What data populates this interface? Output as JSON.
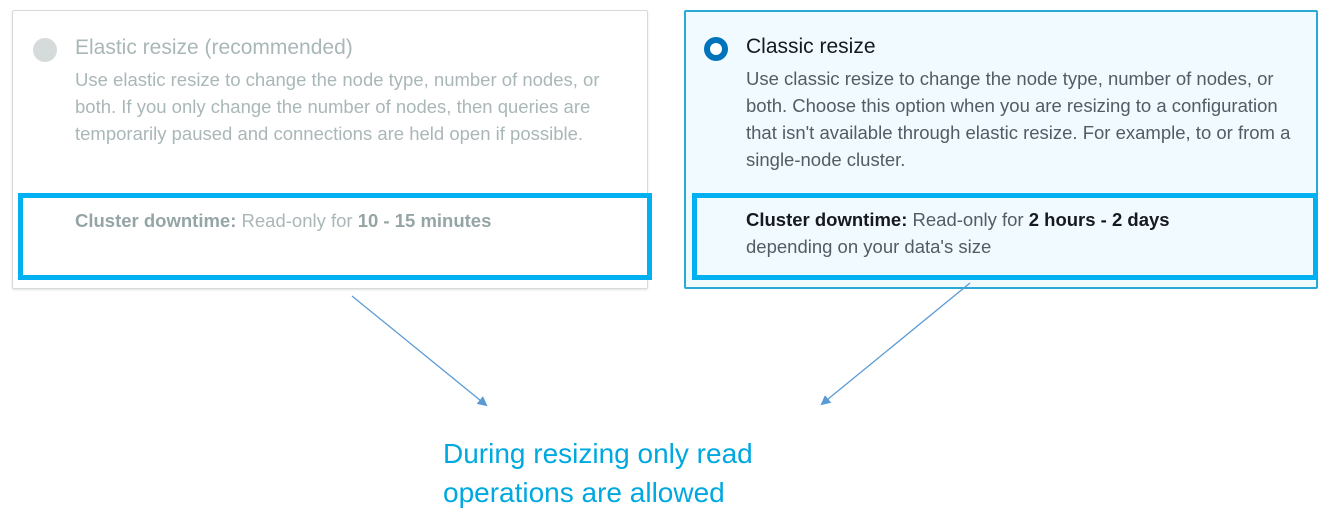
{
  "options": {
    "elastic": {
      "title": "Elastic resize (recommended)",
      "description": "Use elastic resize to change the node type, number of nodes, or both. If you only change the number of nodes, then queries are temporarily paused and connections are held open if possible.",
      "downtime_label": "Cluster downtime:",
      "downtime_prefix": "Read-only for",
      "downtime_value": "10 - 15 minutes",
      "downtime_suffix": "",
      "state": "disabled"
    },
    "classic": {
      "title": "Classic resize",
      "description": "Use classic resize to change the node type, number of nodes, or both. Choose this option when you are resizing to a configuration that isn't available through elastic resize. For example, to or from a single-node cluster.",
      "downtime_label": "Cluster downtime:",
      "downtime_prefix": "Read-only for",
      "downtime_value": "2 hours - 2 days",
      "downtime_suffix": "depending on your data's size",
      "state": "selected"
    }
  },
  "annotation": {
    "text": "During resizing only read operations are allowed"
  },
  "colors": {
    "highlight": "#00b0f0",
    "selected_border": "#29a9d6",
    "radio_selected": "#0073bb",
    "arrow": "#5b9bd5",
    "annotation_text": "#00a8e0"
  }
}
